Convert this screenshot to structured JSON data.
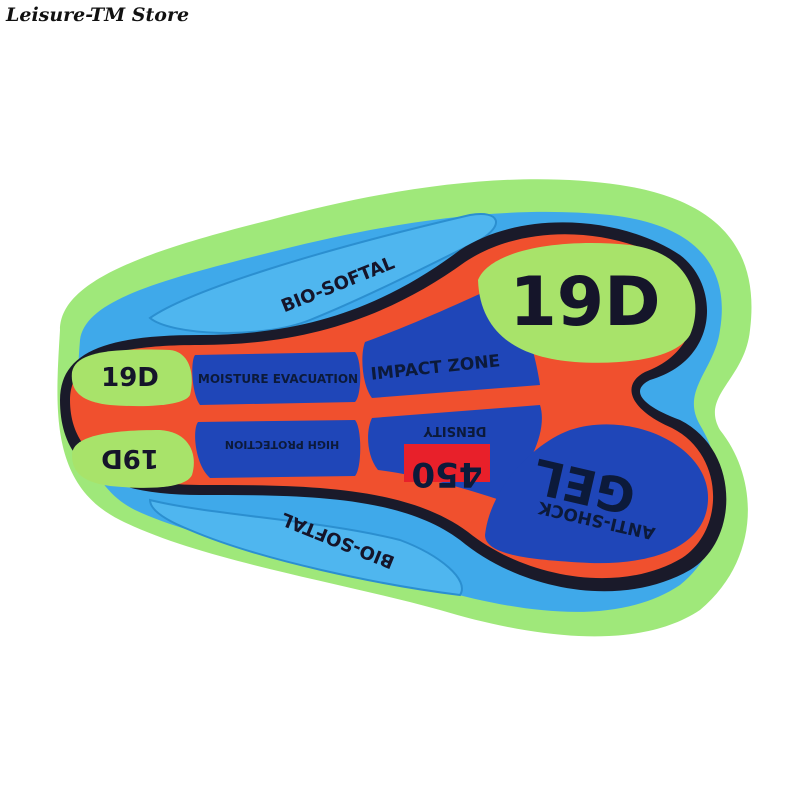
{
  "store": {
    "name": "Leisure-TM Store"
  },
  "pad": {
    "labels": {
      "bio_softal_top": "BIO-SOFTAL",
      "bio_softal_bottom": "BIO-SOFTAL",
      "big_19d": "19D",
      "small_19d_top": "19D",
      "small_19d_bottom": "19D",
      "moisture": "MOISTURE EVACUATION",
      "impact": "IMPACT ZONE",
      "high_protection": "HIGH PROTECTION",
      "density": "DENSITY",
      "density_value": "450",
      "gel": "GEL",
      "anti_shock": "ANTI-SHOCK"
    },
    "colors": {
      "outer_green": "#9fe87a",
      "sky_blue": "#3fa9ea",
      "dark_outline": "#1a1a2a",
      "orange_red": "#f0502e",
      "royal_blue": "#1f46b8",
      "lime": "#a8e36a",
      "red_box": "#e8202a"
    }
  }
}
